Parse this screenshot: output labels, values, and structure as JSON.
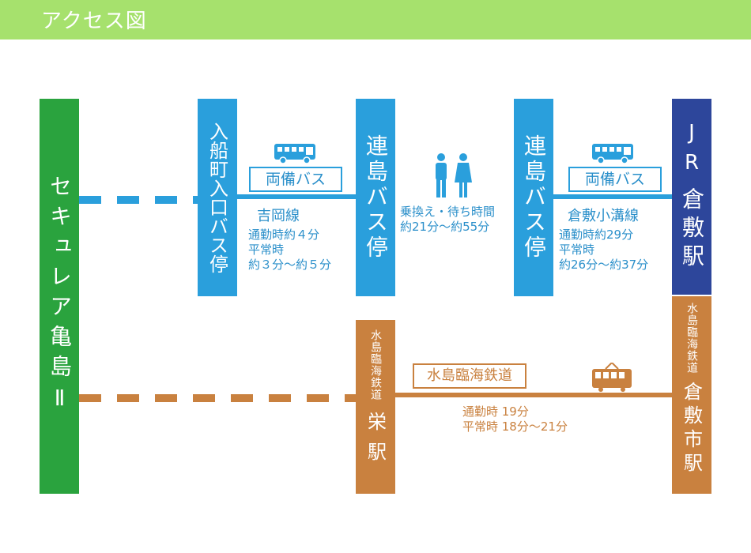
{
  "header": {
    "title": "アクセス図"
  },
  "stations": {
    "securea": "セキュレア亀島Ⅱ",
    "iribune": "入船町入口バス停",
    "renjima1": "連島バス停",
    "renjima2": "連島バス停",
    "jr_top": "JR",
    "jr_main": "倉敷駅",
    "sakae_sub": "水島臨海鉄道",
    "sakae_main": "栄駅",
    "shieki_sub": "水島臨海鉄道",
    "shieki_main": "倉敷市駅"
  },
  "routes": {
    "bus1": {
      "label": "両備バス",
      "line": "吉岡線",
      "info": [
        "通勤時約４分",
        "平常時",
        "約３分～約５分"
      ]
    },
    "transfer": {
      "lines": [
        "乗換え・待ち時間",
        "約21分～約55分"
      ]
    },
    "bus2": {
      "label": "両備バス",
      "line": "倉敷小溝線",
      "info": [
        "通勤時約29分",
        "平常時",
        "約26分～約37分"
      ]
    },
    "rail": {
      "label": "水島臨海鉄道",
      "info": [
        "通勤時 19分",
        "平常時 18分～21分"
      ]
    }
  },
  "colors": {
    "header": "#a6e16d",
    "green": "#2aa33e",
    "blue": "#2a9fdc",
    "navy": "#2d469b",
    "orange": "#c9813f"
  },
  "icons": [
    "bus-icon",
    "people-icon",
    "train-icon"
  ]
}
